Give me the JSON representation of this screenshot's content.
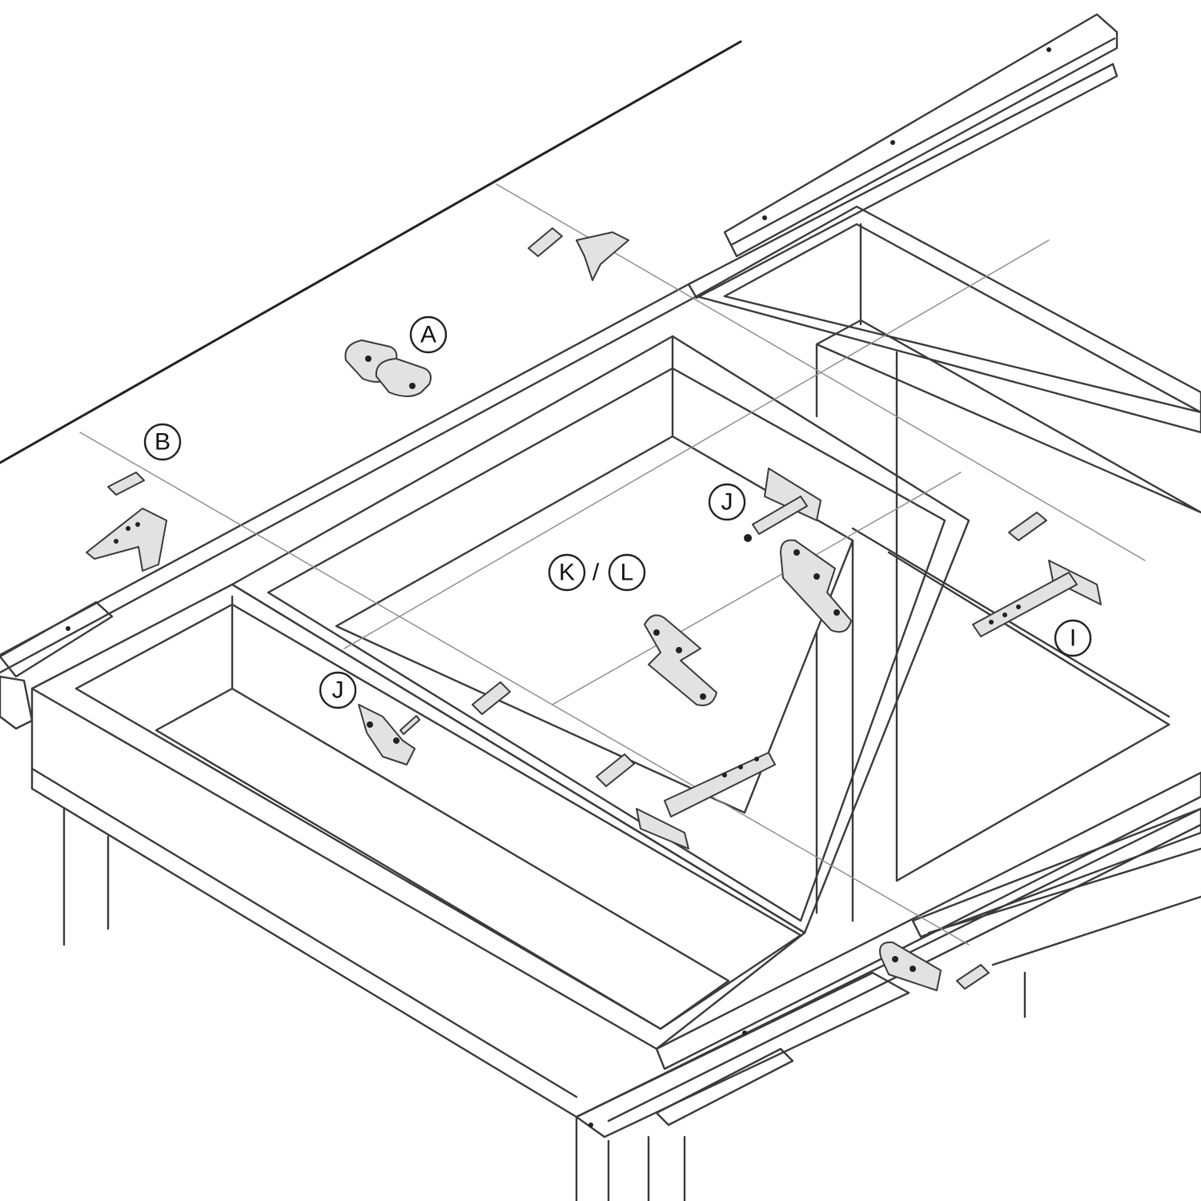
{
  "callouts": {
    "a": "A",
    "b": "B",
    "i": "I",
    "j1": "J",
    "j2": "J",
    "k": "K",
    "l": "L",
    "separator": "/"
  },
  "colors": {
    "line": "#3a3a3a",
    "guide": "#8a8a8a",
    "part_fill": "#e2e2e2",
    "background": "#ffffff"
  }
}
